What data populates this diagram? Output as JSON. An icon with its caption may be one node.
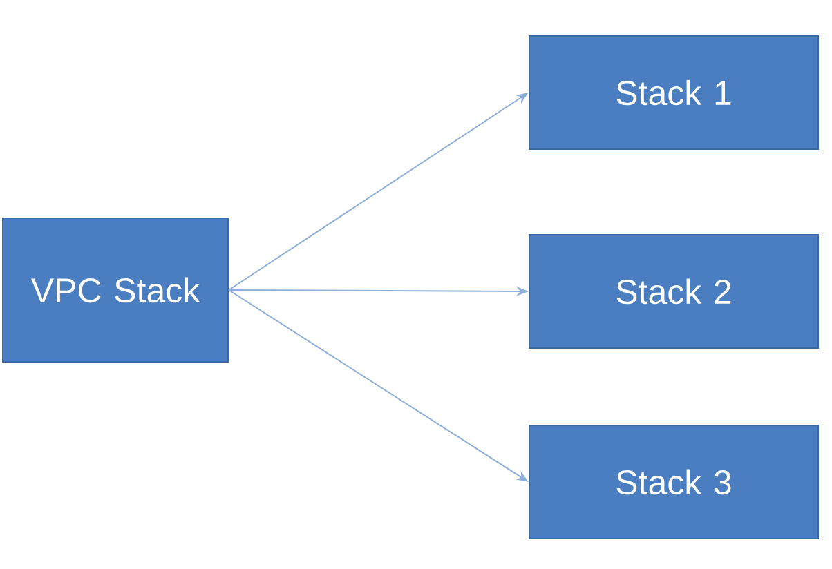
{
  "diagram": {
    "nodes": [
      {
        "text": [
          "VPC Stack"
        ]
      },
      {
        "text": [
          "Stack 1"
        ]
      },
      {
        "text": [
          "Stack 2"
        ]
      },
      {
        "text": [
          "Stack 3"
        ]
      }
    ],
    "edges": [
      {
        "from": 0,
        "to": 1,
        "arrow": "to"
      },
      {
        "from": 0,
        "to": 2,
        "arrow": "to"
      },
      {
        "from": 0,
        "to": 3,
        "arrow": "to"
      }
    ]
  }
}
